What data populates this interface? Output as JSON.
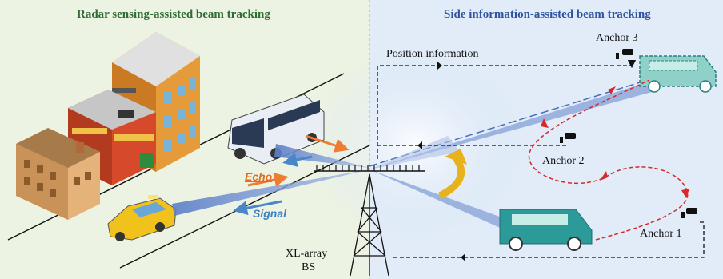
{
  "titles": {
    "left": "Radar sensing-assisted beam tracking",
    "right": "Side information-assisted beam tracking"
  },
  "labels": {
    "position_info": "Position information",
    "anchor3": "Anchor 3",
    "anchor2": "Anchor 2",
    "anchor1": "Anchor 1",
    "echo": "Echo",
    "signal": "Signal",
    "bs_line1": "XL-array",
    "bs_line2": "BS"
  },
  "colors": {
    "left_panel_bg": "#edf3e3",
    "right_panel_bg": "#e2ecf8",
    "left_title": "#2f6b34",
    "right_title": "#2f54a0",
    "beam": "#6d8dcf",
    "echo_arrow": "#ee7d31",
    "signal_arrow": "#4a86c8",
    "trajectory": "#d42a2a",
    "rotation_arrow": "#e8b21c",
    "van": "#2b9a98"
  }
}
